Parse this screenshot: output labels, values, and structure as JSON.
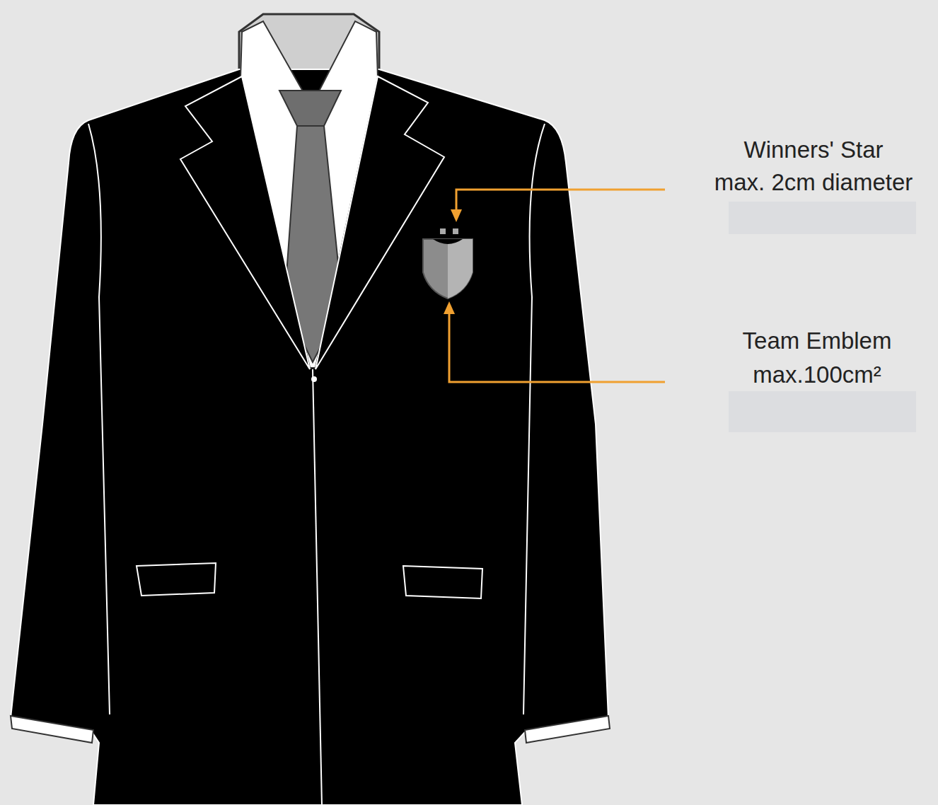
{
  "diagram": {
    "labels": [
      "Winners' Star",
      "max. 2cm diameter",
      "Team Emblem",
      "max.100cm²"
    ]
  }
}
